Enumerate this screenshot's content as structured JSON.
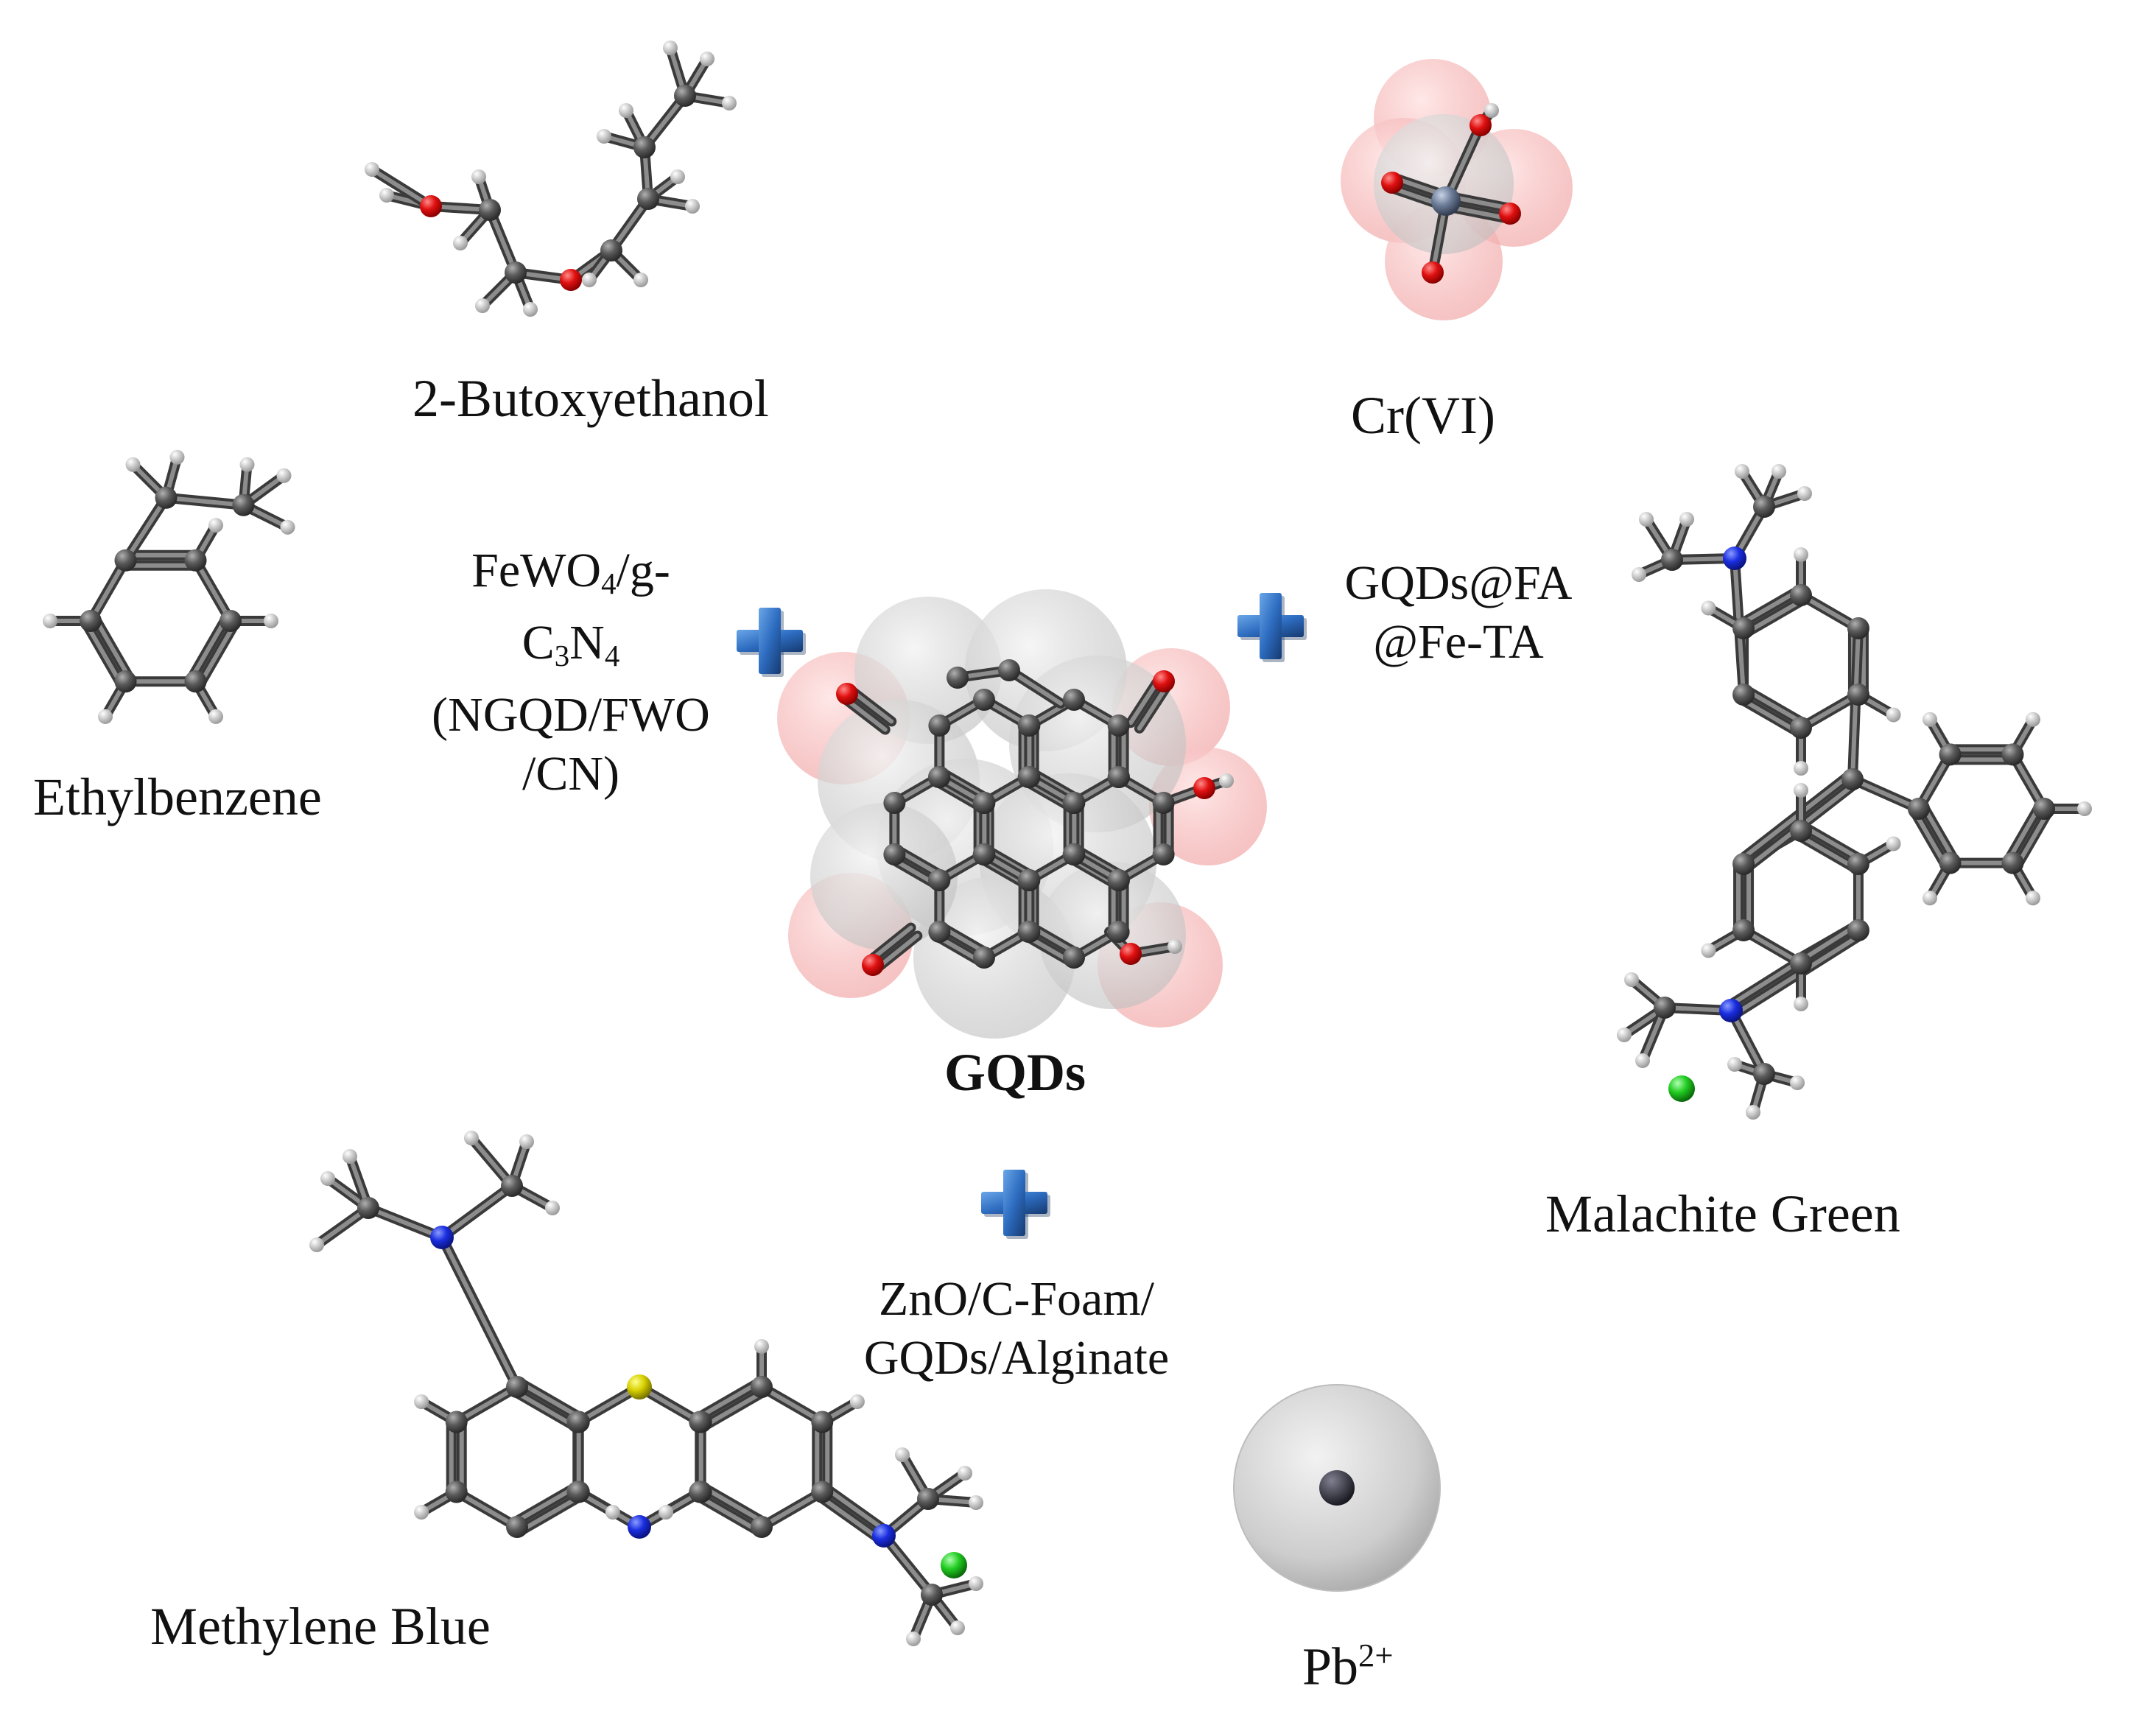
{
  "labels": {
    "butoxyethanol": "2-Butoxyethanol",
    "cr6": "Cr(VI)",
    "ethylbenzene": "Ethylbenzene",
    "malachite_green": "Malachite Green",
    "methylene_blue": "Methylene Blue",
    "gqds": "GQDs",
    "pb_base": "Pb",
    "pb_charge": "2+"
  },
  "catalyst_left": {
    "l1_a": "FeWO",
    "l1_sub": "4",
    "l1_b": "/g-",
    "l2_a": "C",
    "l2_sub1": "3",
    "l2_b": "N",
    "l2_sub2": "4",
    "l3": "(NGQD/FWO",
    "l4": "/CN)"
  },
  "catalyst_right": {
    "l1": "GQDs@FA",
    "l2": "@Fe-TA"
  },
  "catalyst_bottom": {
    "l1": "ZnO/C-Foam/",
    "l2": "GQDs/Alginate"
  },
  "colors": {
    "carbon": "#555555",
    "hydrogen": "#e8e8e8",
    "oxygen": "#e01010",
    "nitrogen": "#1a2ee0",
    "sulfur": "#d8d000",
    "chlorine": "#22cc22",
    "chromium": "#6d7d98",
    "plus_icon": "#2d6cc0"
  }
}
